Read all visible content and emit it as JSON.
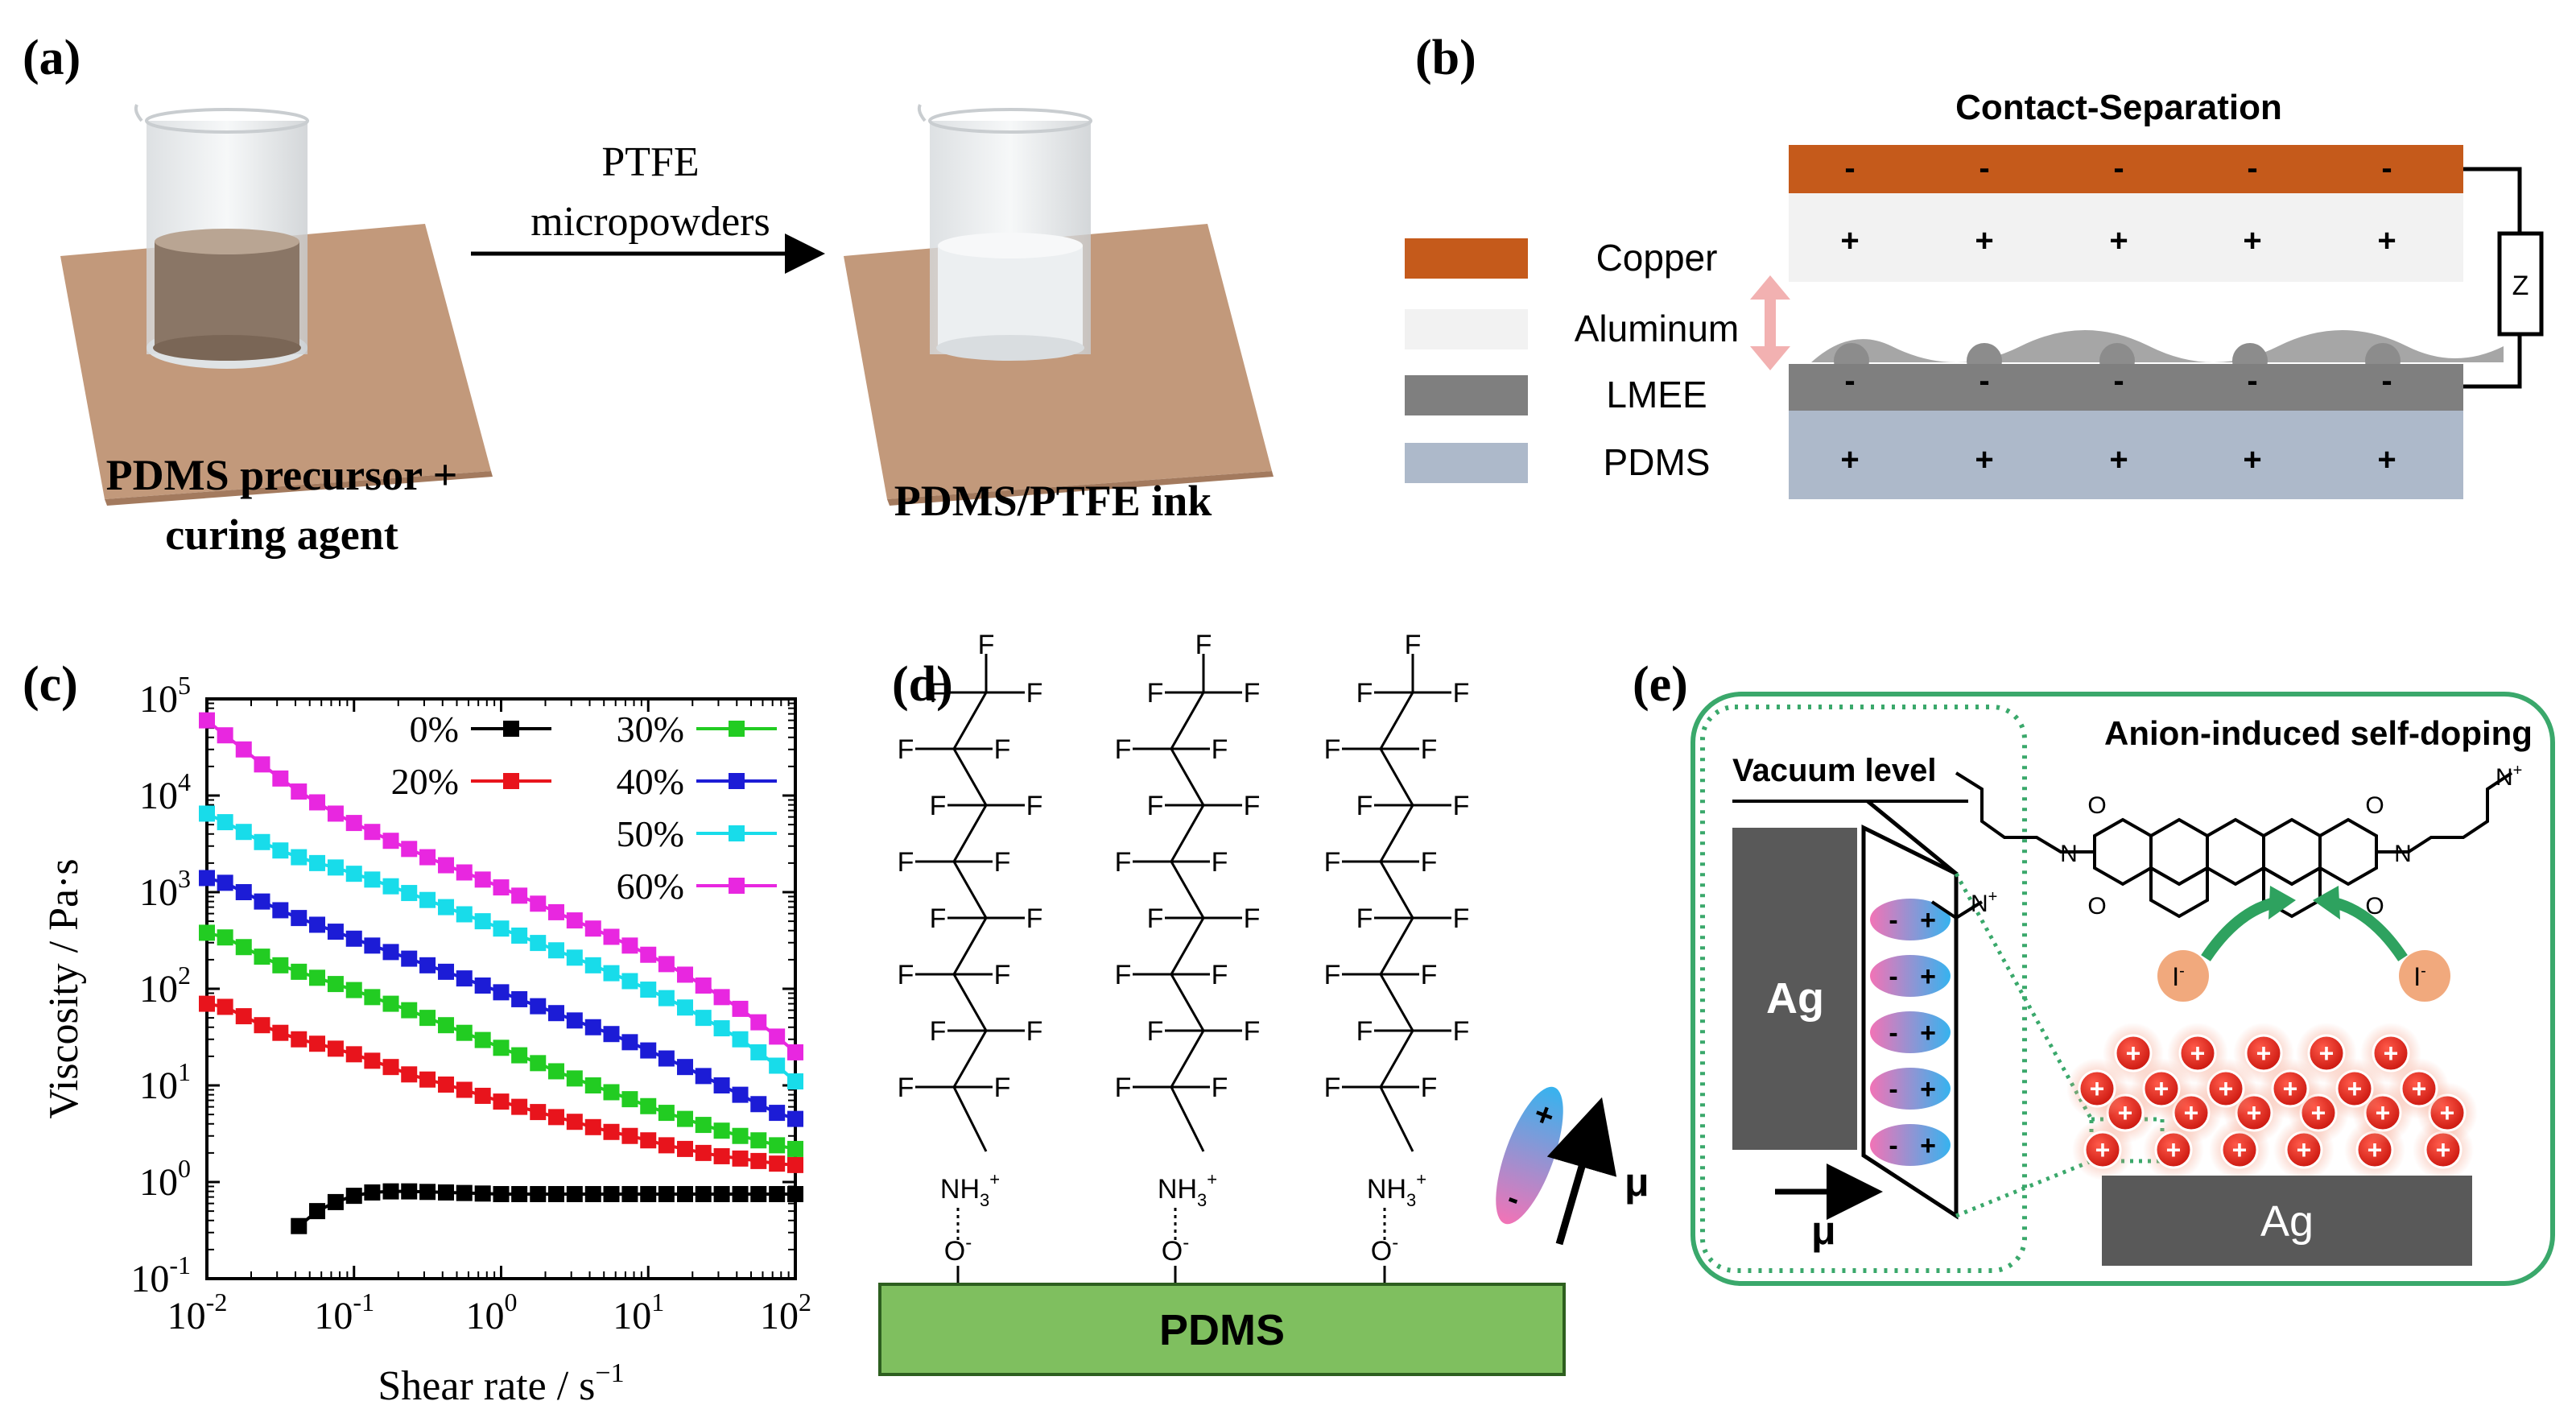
{
  "panels": {
    "a": {
      "label": "(a)",
      "arrow_text_1": "PTFE",
      "arrow_text_2": "micropowders",
      "left_caption_1": "PDMS precursor +",
      "left_caption_2": "curing agent",
      "right_caption": "PDMS/PTFE ink"
    },
    "b": {
      "label": "(b)",
      "title": "Contact-Separation",
      "legend": [
        {
          "label": "Copper",
          "color": "#c55a1b"
        },
        {
          "label": "Aluminum",
          "color": "#f2f2f2"
        },
        {
          "label": "LMEE",
          "color": "#7f7f7f"
        },
        {
          "label": "PDMS",
          "color": "#adb9ca"
        }
      ],
      "minus": "-",
      "plus": "+",
      "load": "Z"
    },
    "d": {
      "label": "(d)",
      "substrate": "PDMS",
      "fluorine": "F",
      "amine": "NH",
      "amine_sub": "3",
      "amine_sup": "+",
      "oxygen": "O",
      "oxygen_sup": "-",
      "mu": "μ",
      "dipole_plus": "+",
      "dipole_minus": "-"
    },
    "e": {
      "label": "(e)",
      "title": "Anion-induced self-doping",
      "vacuum": "Vacuum level",
      "ag_inset": "Ag",
      "ag_substrate": "Ag",
      "mu": "μ",
      "iodide": "I",
      "iodide_sup": "-",
      "ammonium": "N",
      "ammonium_sup": "+",
      "oxygen": "O",
      "nitrogen": "N",
      "plus": "+",
      "minus": "-"
    }
  },
  "chart_data": {
    "type": "scatter",
    "panel_label": "(c)",
    "xlabel": "Shear rate / s",
    "xlabel_sup": "−1",
    "ylabel": "Viscosity / Pa·s",
    "x_scale": "log",
    "y_scale": "log",
    "xlim": [
      0.01,
      100
    ],
    "ylim": [
      0.1,
      100000
    ],
    "xticks": [
      {
        "base": "10",
        "exp": "-2"
      },
      {
        "base": "10",
        "exp": "-1"
      },
      {
        "base": "10",
        "exp": "0"
      },
      {
        "base": "10",
        "exp": "1"
      },
      {
        "base": "10",
        "exp": "2"
      }
    ],
    "yticks": [
      {
        "base": "10",
        "exp": "-1"
      },
      {
        "base": "10",
        "exp": "0"
      },
      {
        "base": "10",
        "exp": "1"
      },
      {
        "base": "10",
        "exp": "2"
      },
      {
        "base": "10",
        "exp": "3"
      },
      {
        "base": "10",
        "exp": "4"
      },
      {
        "base": "10",
        "exp": "5"
      }
    ],
    "legend_position": "top-right",
    "x": [
      0.01,
      0.0133,
      0.0178,
      0.0237,
      0.0316,
      0.0422,
      0.0562,
      0.075,
      0.1,
      0.133,
      0.178,
      0.237,
      0.316,
      0.422,
      0.562,
      0.75,
      1,
      1.33,
      1.78,
      2.37,
      3.16,
      4.22,
      5.62,
      7.5,
      10,
      13.3,
      17.8,
      23.7,
      31.6,
      42.2,
      56.2,
      75,
      100
    ],
    "series": [
      {
        "name": "0%",
        "color": "#000000",
        "y": [
          null,
          null,
          null,
          null,
          null,
          0.35,
          0.5,
          0.62,
          0.72,
          0.78,
          0.8,
          0.8,
          0.79,
          0.78,
          0.77,
          0.76,
          0.75,
          0.75,
          0.75,
          0.75,
          0.75,
          0.75,
          0.75,
          0.75,
          0.75,
          0.75,
          0.75,
          0.75,
          0.75,
          0.75,
          0.75,
          0.75,
          0.75
        ]
      },
      {
        "name": "20%",
        "color": "#e8141c",
        "y": [
          70,
          65,
          52,
          42,
          35,
          30,
          27,
          24,
          21,
          18,
          15.5,
          13,
          11.5,
          10.2,
          9,
          7.8,
          6.8,
          6,
          5.3,
          4.7,
          4.2,
          3.7,
          3.3,
          3,
          2.7,
          2.4,
          2.2,
          2,
          1.85,
          1.75,
          1.65,
          1.55,
          1.5
        ]
      },
      {
        "name": "30%",
        "color": "#22cc22",
        "y": [
          380,
          340,
          270,
          215,
          175,
          150,
          130,
          112,
          97,
          82,
          70,
          60,
          50,
          42,
          35,
          29.5,
          24.5,
          20.5,
          17,
          14,
          11.8,
          10,
          8.5,
          7.2,
          6.1,
          5.2,
          4.5,
          3.9,
          3.4,
          3,
          2.7,
          2.4,
          2.2
        ]
      },
      {
        "name": "40%",
        "color": "#1c1cd6",
        "y": [
          1400,
          1250,
          1000,
          800,
          650,
          540,
          460,
          390,
          330,
          280,
          240,
          205,
          175,
          150,
          128,
          108,
          92,
          78,
          66,
          56,
          47,
          40,
          34,
          28,
          23,
          19,
          15.5,
          12.5,
          10,
          8,
          6.4,
          5.2,
          4.5
        ]
      },
      {
        "name": "50%",
        "color": "#18dcea",
        "y": [
          6500,
          5300,
          4200,
          3300,
          2700,
          2300,
          2000,
          1800,
          1550,
          1350,
          1150,
          980,
          830,
          700,
          590,
          500,
          420,
          355,
          298,
          250,
          210,
          175,
          145,
          120,
          98,
          80,
          64,
          50,
          39,
          30,
          22,
          16,
          11
        ]
      },
      {
        "name": "60%",
        "color": "#e827e0",
        "y": [
          60000,
          42000,
          30000,
          21000,
          15000,
          11000,
          8500,
          6500,
          5200,
          4200,
          3400,
          2800,
          2300,
          1900,
          1600,
          1350,
          1120,
          920,
          760,
          620,
          510,
          420,
          345,
          280,
          225,
          180,
          140,
          108,
          82,
          62,
          45,
          32,
          22
        ]
      }
    ]
  }
}
